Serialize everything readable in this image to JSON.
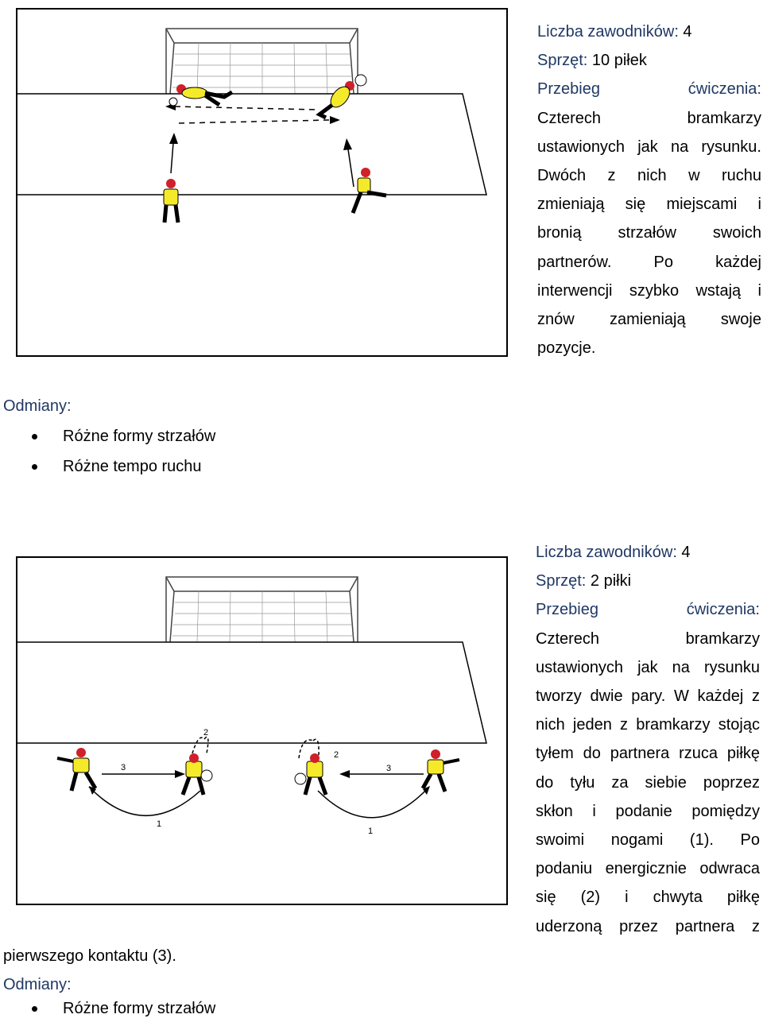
{
  "exercise1": {
    "players_label": "Liczba zawodników:",
    "players_value": " 4",
    "equipment_label": "Sprzęt:",
    "equipment_value": " 10 piłek",
    "procedure_label_1": "Przebieg",
    "procedure_label_2": "ćwiczenia:",
    "description_lines": [
      "Czterech bramkarzy",
      "ustawionych jak na rysunku.",
      "Dwóch z nich w ruchu",
      "zmieniają się miejscami i",
      "bronią strzałów swoich",
      "partnerów. Po każdej",
      "interwencji szybko wstają i",
      "znów zamieniają swoje",
      "pozycje."
    ],
    "variations_label": "Odmiany:",
    "variations": [
      "Różne formy strzałów",
      "Różne tempo ruchu"
    ]
  },
  "exercise2": {
    "players_label": "Liczba zawodników:",
    "players_value": " 4",
    "equipment_label": "Sprzęt:",
    "equipment_value": " 2 piłki",
    "procedure_label_1": "Przebieg",
    "procedure_label_2": "ćwiczenia:",
    "description_lines": [
      "Czterech bramkarzy",
      "ustawionych jak na rysunku",
      "tworzy dwie pary. W każdej z",
      "nich jeden z bramkarzy stojąc",
      "tyłem do partnera rzuca piłkę",
      "do tyłu za siebie poprzez",
      "skłon i podanie pomiędzy",
      "swoimi nogami (1). Po",
      "podaniu energicznie odwraca",
      "się (2) i chwyta piłkę",
      "uderzoną przez partnera z"
    ],
    "continuation": "pierwszego kontaktu (3).",
    "variations_label": "Odmiany:",
    "variations": [
      "Różne formy strzałów"
    ],
    "diagram_labels": {
      "num1": "1",
      "num2": "2",
      "num3": "3"
    }
  },
  "colors": {
    "label": "#1f3864",
    "shirt": "#f5ea2a",
    "helmet": "#d0202a"
  }
}
